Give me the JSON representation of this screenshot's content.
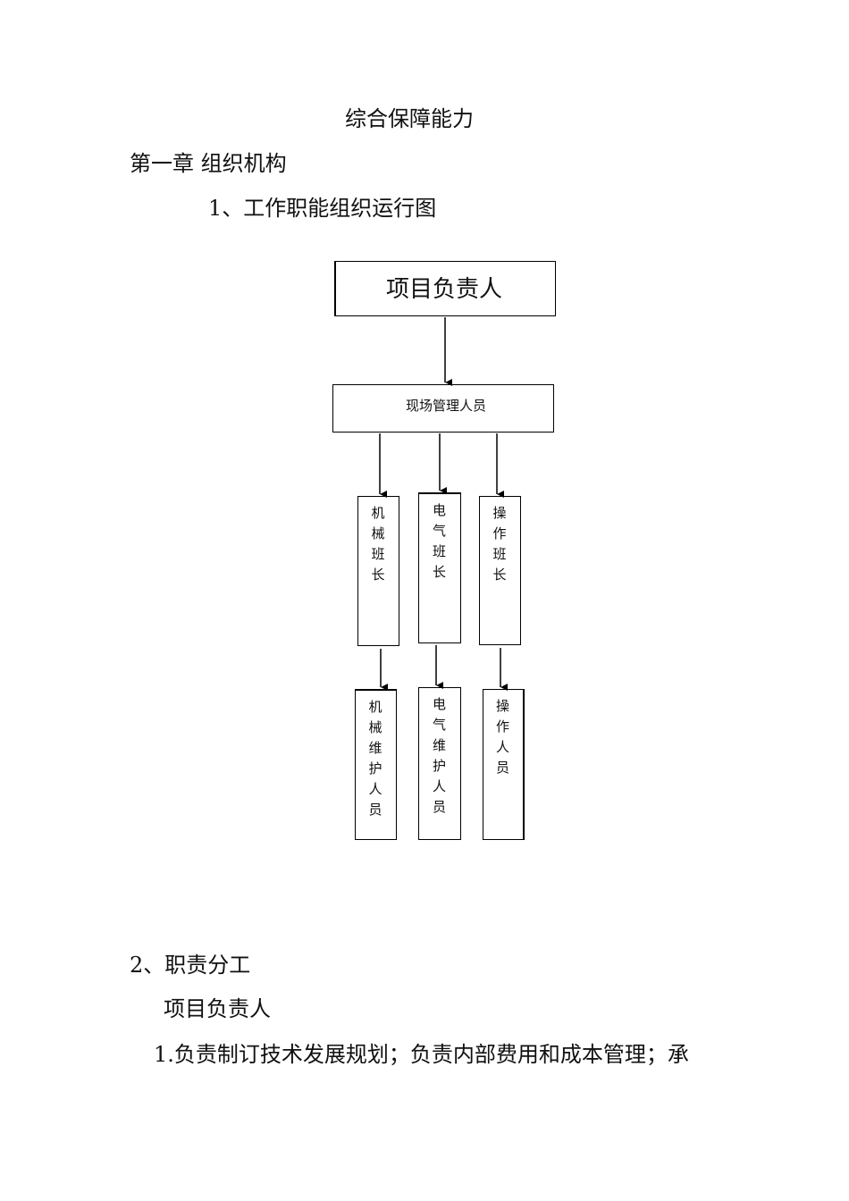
{
  "document": {
    "title": "综合保障能力",
    "chapter": "第一章 组织机构",
    "section_1": "1、工作职能组织运行图",
    "section_2": "2、职责分工",
    "role_heading": "项目负责人",
    "paragraph_1": "1.负责制订技术发展规划；负责内部费用和成本管理；承"
  },
  "org_chart": {
    "top": "项目负责人",
    "middle": "现场管理人员",
    "leaders": [
      "机械班长",
      "电气班长",
      "操作班长"
    ],
    "staff": [
      "机械维护人员",
      "电气维护人员",
      "操作人员"
    ]
  }
}
